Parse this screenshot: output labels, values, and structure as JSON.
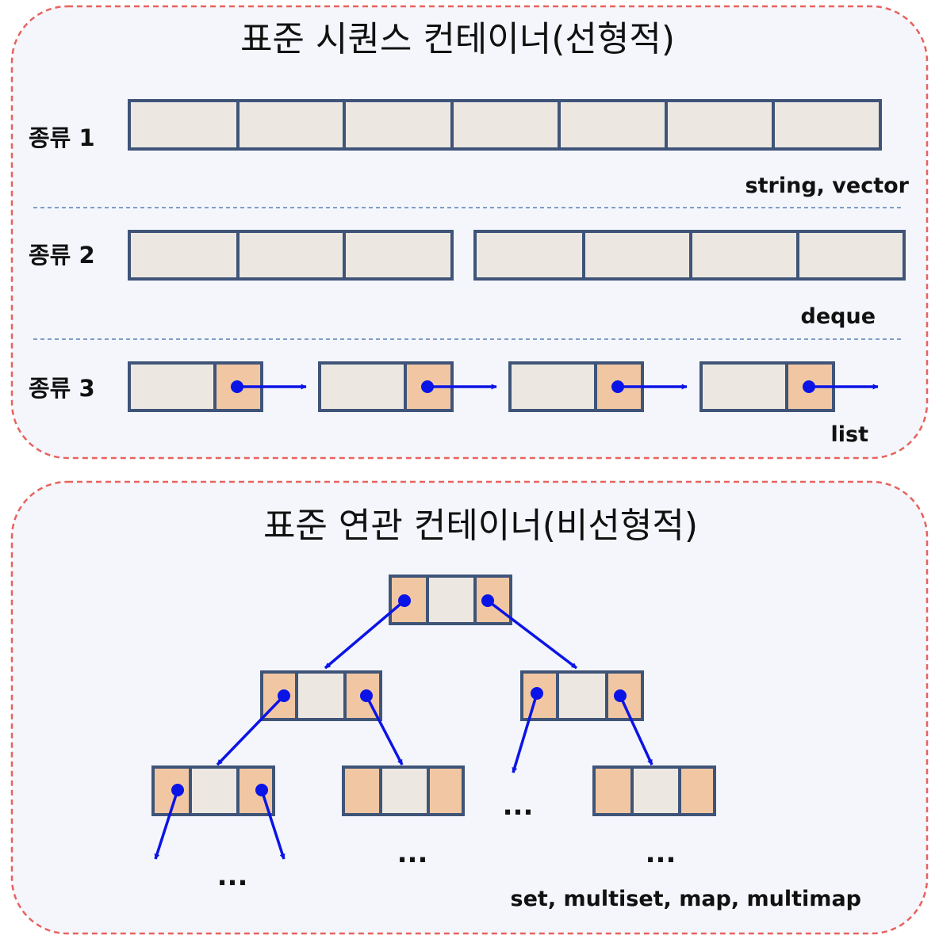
{
  "colors": {
    "panel_fill": "#f4f6fb",
    "panel_border": "#e8625d",
    "separator": "#7f9cc8",
    "cell_fill": "#ece8e1",
    "pointer_cell_fill": "#f0c7a2",
    "cell_border": "#3f5478",
    "arrow": "#0b14e6"
  },
  "sequence": {
    "title": "표준 시퀀스 컨테이너(선형적)",
    "rows": [
      {
        "label": "종류 1",
        "caption": "string, vector"
      },
      {
        "label": "종류 2",
        "caption": "deque"
      },
      {
        "label": "종류 3",
        "caption": "list"
      }
    ]
  },
  "associative": {
    "title": "표준 연관 컨테이너(비선형적)",
    "ellipsis": "...",
    "caption": "set, multiset, map, multimap"
  }
}
